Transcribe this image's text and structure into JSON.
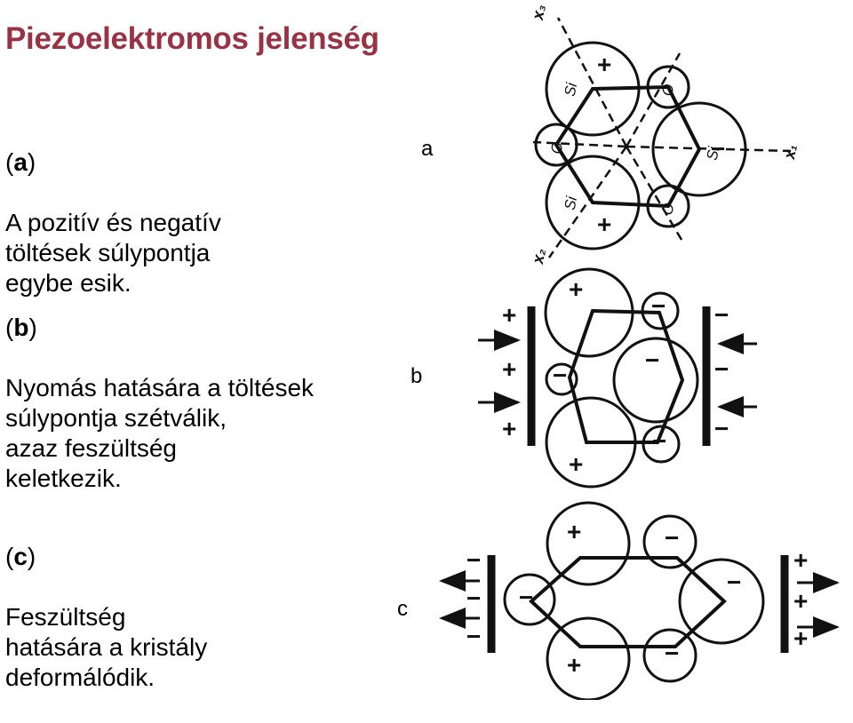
{
  "title": "Piezoelektromos jelenség",
  "sections": [
    {
      "tag_open": "(",
      "tag_letter": "a",
      "tag_close": ")",
      "text": "A pozitív és negatív\ntöltések súlypontja\negybe esik.",
      "figure_label": "a"
    },
    {
      "tag_open": "(",
      "tag_letter": "b",
      "tag_close": ")",
      "text": "Nyomás hatására a töltések\nsúlypontja szétválik,\nazaz feszültség\nkeletkezik.",
      "figure_label": "b"
    },
    {
      "tag_open": "(",
      "tag_letter": "c",
      "tag_close": ")",
      "text": "Feszültség\nhatására a kristály\ndeformálódik.",
      "figure_label": "c"
    }
  ],
  "figure_a": {
    "atom_labels": [
      "Si",
      "O",
      "Si",
      "O",
      "Si",
      "O"
    ],
    "axis_labels": [
      "x₁",
      "x₂",
      "x₃"
    ]
  },
  "signs": {
    "plus": "+",
    "minus": "−"
  }
}
